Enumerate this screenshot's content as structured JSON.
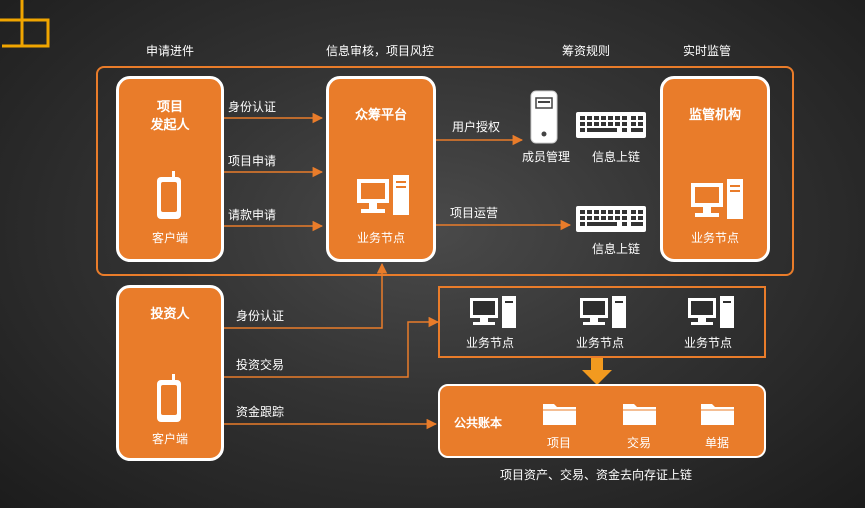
{
  "headers": {
    "apply": "申请进件",
    "review": "信息审核，项目风控",
    "rules": "筹资规则",
    "monitor": "实时监管"
  },
  "initiator": {
    "title_line1": "项目",
    "title_line2": "发起人",
    "device_label": "客户端"
  },
  "platform": {
    "title": "众筹平台",
    "node_label": "业务节点"
  },
  "regulator": {
    "title": "监管机构",
    "node_label": "业务节点"
  },
  "investor": {
    "title": "投资人",
    "device_label": "客户端"
  },
  "initiator_arrows": [
    "身份认证",
    "项目申请",
    "请款申请"
  ],
  "platform_arrows": {
    "auth": "用户授权",
    "ops": "项目运营"
  },
  "rules_items": {
    "member_mgmt": "成员管理",
    "chain_top": "信息上链",
    "chain_bottom": "信息上链"
  },
  "investor_arrows": [
    "身份认证",
    "投资交易",
    "资金跟踪"
  ],
  "nodes_row": [
    "业务节点",
    "业务节点",
    "业务节点"
  ],
  "ledger": {
    "title": "公共账本",
    "folders": [
      "项目",
      "交易",
      "单据"
    ],
    "caption": "项目资产、交易、资金去向存证上链"
  },
  "colors": {
    "accent": "#e97c2a",
    "background": "#2e2e2e",
    "corner_logo": "#f0a500"
  },
  "icons": [
    "phone-icon",
    "computer-icon",
    "keyboard-icon",
    "server-icon",
    "folder-icon",
    "down-arrow-icon"
  ]
}
